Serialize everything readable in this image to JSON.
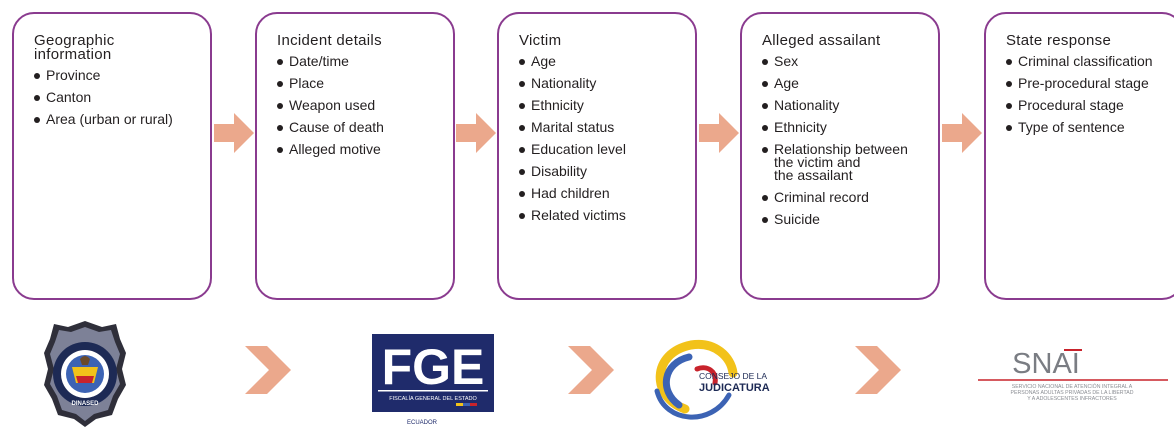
{
  "accent_color": "#8a3b8f",
  "arrow_color": "#eba88c",
  "stages": [
    {
      "title": "Geographic\ninformation",
      "items": [
        "Province",
        "Canton",
        "Area (urban or rural)"
      ]
    },
    {
      "title": "Incident details",
      "items": [
        "Date/time",
        "Place",
        "Weapon used",
        "Cause of death",
        "Alleged motive"
      ]
    },
    {
      "title": "Victim",
      "items": [
        "Age",
        "Nationality",
        "Ethnicity",
        "Marital status",
        "Education level",
        "Disability",
        "Had children",
        "Related victims"
      ]
    },
    {
      "title": "Alleged assailant",
      "items": [
        "Sex",
        "Age",
        "Nationality",
        "Ethnicity",
        "Relationship between\nthe victim and\nthe assailant",
        "Criminal record",
        "Suicide"
      ]
    },
    {
      "title": "State response",
      "items": [
        "Criminal classification",
        "Pre-procedural stage",
        "Procedural stage",
        "Type of sentence"
      ]
    }
  ],
  "logos": {
    "dinased": {
      "text": "DINASED",
      "icon": "police-badge-icon"
    },
    "fge": {
      "text": "FGE",
      "subtitle": "FISCALÍA GENERAL DEL ESTADO",
      "country": "ECUADOR",
      "icon": "fge-logo"
    },
    "judicatura": {
      "line1": "CONSEJO DE LA",
      "line2": "JUDICATURA",
      "icon": "judicatura-logo"
    },
    "snai": {
      "text": "SNAI",
      "subtitle1": "SERVICIO NACIONAL DE ATENCIÓN INTEGRAL A",
      "subtitle2": "PERSONAS ADULTAS PRIVADAS DE LA LIBERTAD",
      "subtitle3": "Y A ADOLESCENTES INFRACTORES",
      "icon": "snai-logo"
    }
  }
}
